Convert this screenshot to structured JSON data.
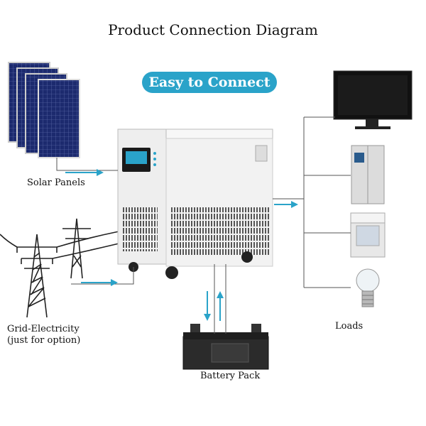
{
  "title": "Product Connection Diagram",
  "badge": "Easy to Connect",
  "labels": {
    "solar": "Solar Panels",
    "grid_line1": "Grid-Electricity",
    "grid_line2": "(just for option)",
    "battery": "Battery Pack",
    "loads": "Loads"
  },
  "colors": {
    "accent": "#2aa3c9",
    "arrow": "#2aa3c9",
    "line": "#555555",
    "panel": "#1c2a6e"
  },
  "icons": [
    "solar-panel-icon",
    "power-tower-icon",
    "inverter-icon",
    "battery-icon",
    "tv-icon",
    "refrigerator-icon",
    "washing-machine-icon",
    "light-bulb-icon"
  ]
}
